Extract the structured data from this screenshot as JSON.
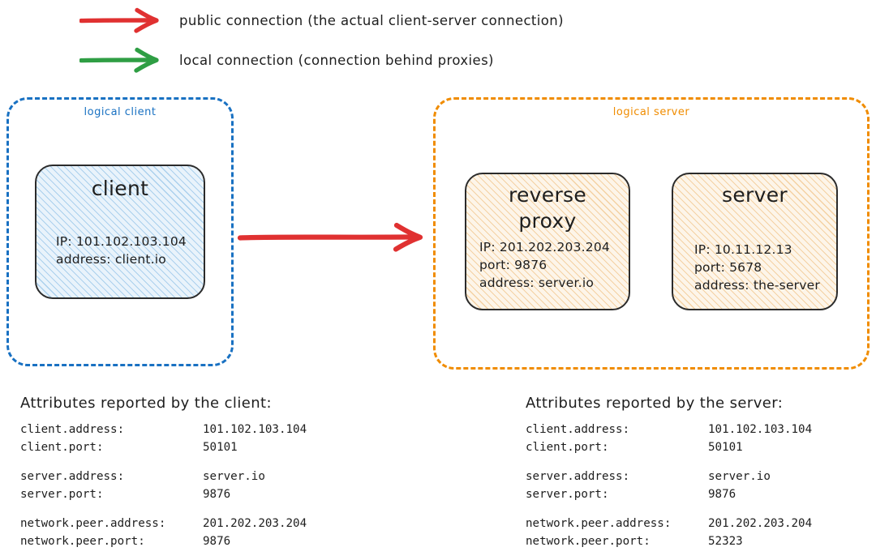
{
  "legend": [
    {
      "arrow_color": "#e03131",
      "label": "public connection (the actual client-server connection)",
      "kind": "public"
    },
    {
      "arrow_color": "#2f9e44",
      "label": "local connection (connection behind proxies)",
      "kind": "local"
    }
  ],
  "diagram": {
    "client_group": {
      "label": "logical client",
      "border_color": "#1971c2",
      "node": {
        "title": "client",
        "fill_color": "#e9f3fb",
        "hatch_color": "#78b4e1",
        "lines": [
          "IP: 101.102.103.104",
          "address: client.io"
        ]
      }
    },
    "server_group": {
      "label": "logical server",
      "border_color": "#f08c00",
      "nodes": [
        {
          "title": "reverse proxy",
          "fill_color": "#fdf5e9",
          "hatch_color": "#ecae5e",
          "lines": [
            "IP: 201.202.203.204",
            "port: 9876",
            "address: server.io"
          ]
        },
        {
          "title": "server",
          "fill_color": "#fdf5e9",
          "hatch_color": "#ecae5e",
          "lines": [
            "IP: 10.11.12.13",
            "port: 5678",
            "address: the-server"
          ]
        }
      ]
    },
    "main_arrow": {
      "color": "#e03131",
      "from": "client",
      "to": "reverse proxy",
      "kind": "public"
    }
  },
  "attributes": {
    "client_side": {
      "heading": "Attributes reported by the client:",
      "rows": [
        {
          "key": "client.address:",
          "value": "101.102.103.104"
        },
        {
          "key": "client.port:",
          "value": "50101"
        },
        {
          "spacer": true
        },
        {
          "key": "server.address:",
          "value": "server.io"
        },
        {
          "key": "server.port:",
          "value": "9876"
        },
        {
          "spacer": true
        },
        {
          "key": "network.peer.address:",
          "value": "201.202.203.204"
        },
        {
          "key": "network.peer.port:",
          "value": "9876"
        }
      ]
    },
    "server_side": {
      "heading": "Attributes reported by the server:",
      "rows": [
        {
          "key": "client.address:",
          "value": "101.102.103.104"
        },
        {
          "key": "client.port:",
          "value": "50101"
        },
        {
          "spacer": true
        },
        {
          "key": "server.address:",
          "value": "server.io"
        },
        {
          "key": "server.port:",
          "value": "9876"
        },
        {
          "spacer": true
        },
        {
          "key": "network.peer.address:",
          "value": "201.202.203.204"
        },
        {
          "key": "network.peer.port:",
          "value": "52323"
        }
      ]
    }
  }
}
